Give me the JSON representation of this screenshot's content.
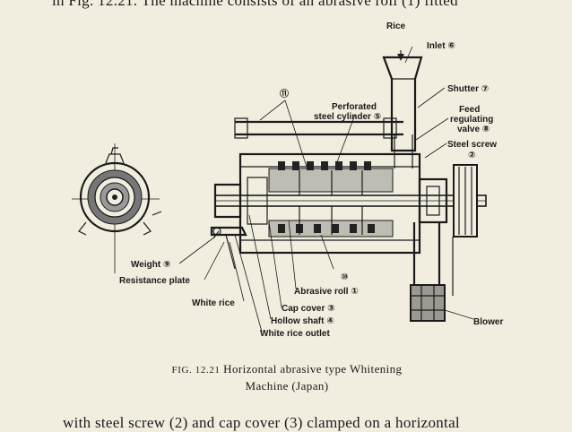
{
  "page_text": {
    "top_line": "in Fig. 12.21.  The machine consists of an abrasive roll (1) fitted",
    "bottom_line": "with steel screw (2) and cap cover (3) clamped on a horizontal"
  },
  "caption": {
    "fig_label": "FIG. 12.21",
    "title_line1": "Horizontal abrasive type Whitening",
    "title_line2": "Machine (Japan)"
  },
  "labels": {
    "rice": "Rice",
    "inlet": "Inlet ⑥",
    "shutter": "Shutter ⑦",
    "feed1": "Feed",
    "feed2": "regulating",
    "feed3": "valve ⑧",
    "steel_screw1": "Steel screw",
    "steel_screw2": "②",
    "perforated1": "Perforated",
    "perforated2": "steel cylinder ⑤",
    "callout_11": "⑪",
    "callout_10": "⑩",
    "weight": "Weight ⑨",
    "resistance_plate": "Resistance plate",
    "white_rice": "White rice",
    "abrasive_roll": "Abrasive roll ①",
    "cap_cover": "Cap cover ③",
    "hollow_shaft": "Hollow shaft ④",
    "white_rice_outlet": "White rice outlet",
    "blower": "Blower"
  }
}
